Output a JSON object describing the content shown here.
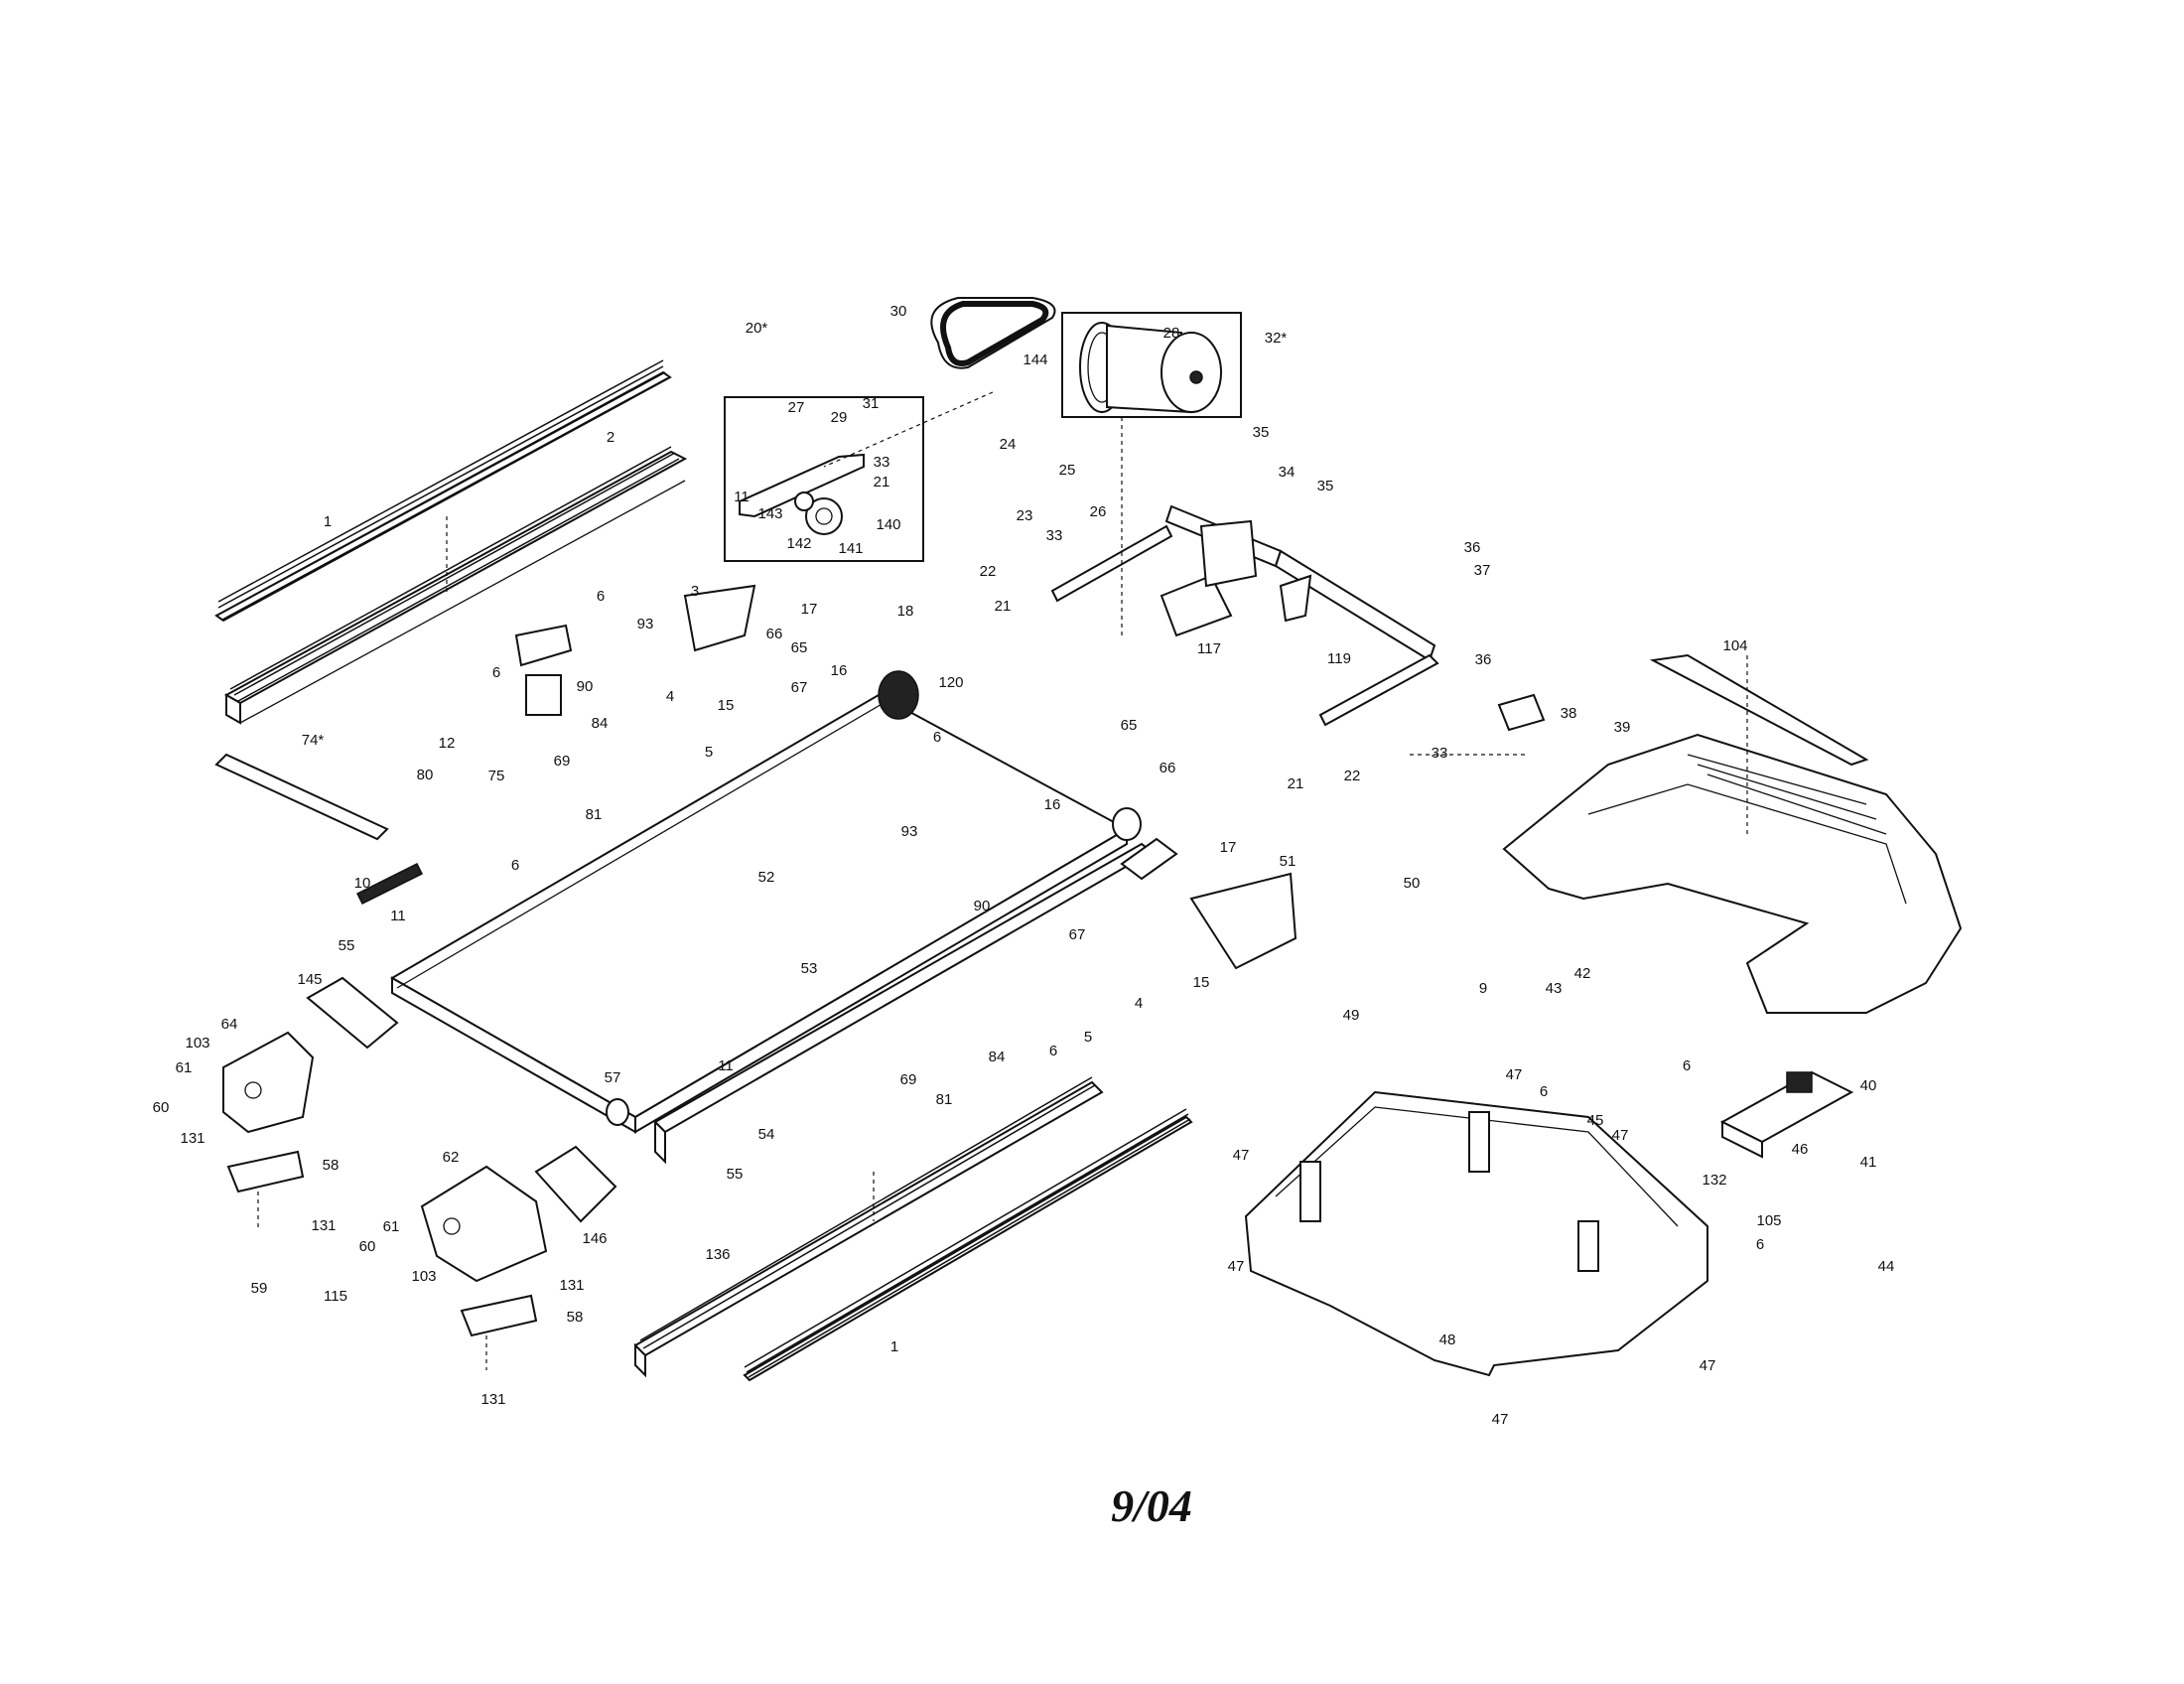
{
  "footer": {
    "date": "9/04"
  },
  "labels": [
    {
      "t": "1"
    },
    {
      "t": "2"
    },
    {
      "t": "20*"
    },
    {
      "t": "27"
    },
    {
      "t": "29"
    },
    {
      "t": "31"
    },
    {
      "t": "33"
    },
    {
      "t": "21"
    },
    {
      "t": "11"
    },
    {
      "t": "143"
    },
    {
      "t": "142"
    },
    {
      "t": "141"
    },
    {
      "t": "140"
    },
    {
      "t": "30"
    },
    {
      "t": "28"
    },
    {
      "t": "32*"
    },
    {
      "t": "144"
    },
    {
      "t": "24"
    },
    {
      "t": "25"
    },
    {
      "t": "23"
    },
    {
      "t": "26"
    },
    {
      "t": "33"
    },
    {
      "t": "22"
    },
    {
      "t": "21"
    },
    {
      "t": "35"
    },
    {
      "t": "34"
    },
    {
      "t": "35"
    },
    {
      "t": "36"
    },
    {
      "t": "37"
    },
    {
      "t": "117"
    },
    {
      "t": "6"
    },
    {
      "t": "93"
    },
    {
      "t": "3"
    },
    {
      "t": "17"
    },
    {
      "t": "18"
    },
    {
      "t": "66"
    },
    {
      "t": "65"
    },
    {
      "t": "67"
    },
    {
      "t": "16"
    },
    {
      "t": "120"
    },
    {
      "t": "6"
    },
    {
      "t": "90"
    },
    {
      "t": "84"
    },
    {
      "t": "4"
    },
    {
      "t": "15"
    },
    {
      "t": "5"
    },
    {
      "t": "74*"
    },
    {
      "t": "12"
    },
    {
      "t": "75"
    },
    {
      "t": "69"
    },
    {
      "t": "80"
    },
    {
      "t": "81"
    },
    {
      "t": "6"
    },
    {
      "t": "10"
    },
    {
      "t": "11"
    },
    {
      "t": "55"
    },
    {
      "t": "52"
    },
    {
      "t": "6"
    },
    {
      "t": "16"
    },
    {
      "t": "65"
    },
    {
      "t": "66"
    },
    {
      "t": "93"
    },
    {
      "t": "17"
    },
    {
      "t": "51"
    },
    {
      "t": "119"
    },
    {
      "t": "36"
    },
    {
      "t": "38"
    },
    {
      "t": "33"
    },
    {
      "t": "22"
    },
    {
      "t": "21"
    },
    {
      "t": "104"
    },
    {
      "t": "39"
    },
    {
      "t": "90"
    },
    {
      "t": "67"
    },
    {
      "t": "15"
    },
    {
      "t": "4"
    },
    {
      "t": "5"
    },
    {
      "t": "6"
    },
    {
      "t": "84"
    },
    {
      "t": "53"
    },
    {
      "t": "145"
    },
    {
      "t": "64"
    },
    {
      "t": "103"
    },
    {
      "t": "61"
    },
    {
      "t": "60"
    },
    {
      "t": "131"
    },
    {
      "t": "58"
    },
    {
      "t": "131"
    },
    {
      "t": "57"
    },
    {
      "t": "11"
    },
    {
      "t": "54"
    },
    {
      "t": "55"
    },
    {
      "t": "69"
    },
    {
      "t": "81"
    },
    {
      "t": "50"
    },
    {
      "t": "49"
    },
    {
      "t": "9"
    },
    {
      "t": "43"
    },
    {
      "t": "42"
    },
    {
      "t": "6"
    },
    {
      "t": "40"
    },
    {
      "t": "47"
    },
    {
      "t": "6"
    },
    {
      "t": "45"
    },
    {
      "t": "47"
    },
    {
      "t": "47"
    },
    {
      "t": "46"
    },
    {
      "t": "41"
    },
    {
      "t": "132"
    },
    {
      "t": "105"
    },
    {
      "t": "6"
    },
    {
      "t": "44"
    },
    {
      "t": "47"
    },
    {
      "t": "48"
    },
    {
      "t": "47"
    },
    {
      "t": "47"
    },
    {
      "t": "62"
    },
    {
      "t": "146"
    },
    {
      "t": "61"
    },
    {
      "t": "60"
    },
    {
      "t": "103"
    },
    {
      "t": "131"
    },
    {
      "t": "58"
    },
    {
      "t": "131"
    },
    {
      "t": "59"
    },
    {
      "t": "115"
    },
    {
      "t": "136"
    },
    {
      "t": "1"
    }
  ]
}
